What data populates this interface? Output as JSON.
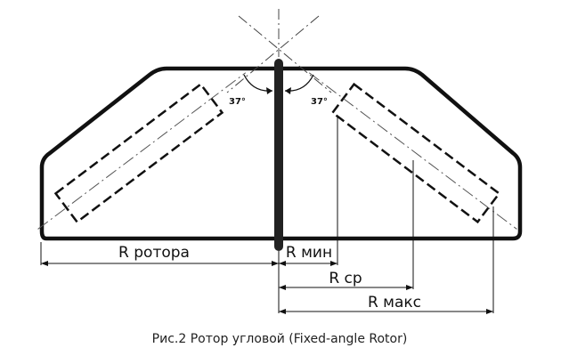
{
  "labels": {
    "angle_left": "37°",
    "angle_right": "37°",
    "r_rotor": "R ротора",
    "r_min": "R мин",
    "r_avg": "R ср",
    "r_max": "R макс"
  },
  "caption": "Рис.2 Ротор угловой (Fixed-angle Rotor)",
  "colors": {
    "stroke": "#111111",
    "axis": "#333333",
    "caption": "#222222"
  }
}
